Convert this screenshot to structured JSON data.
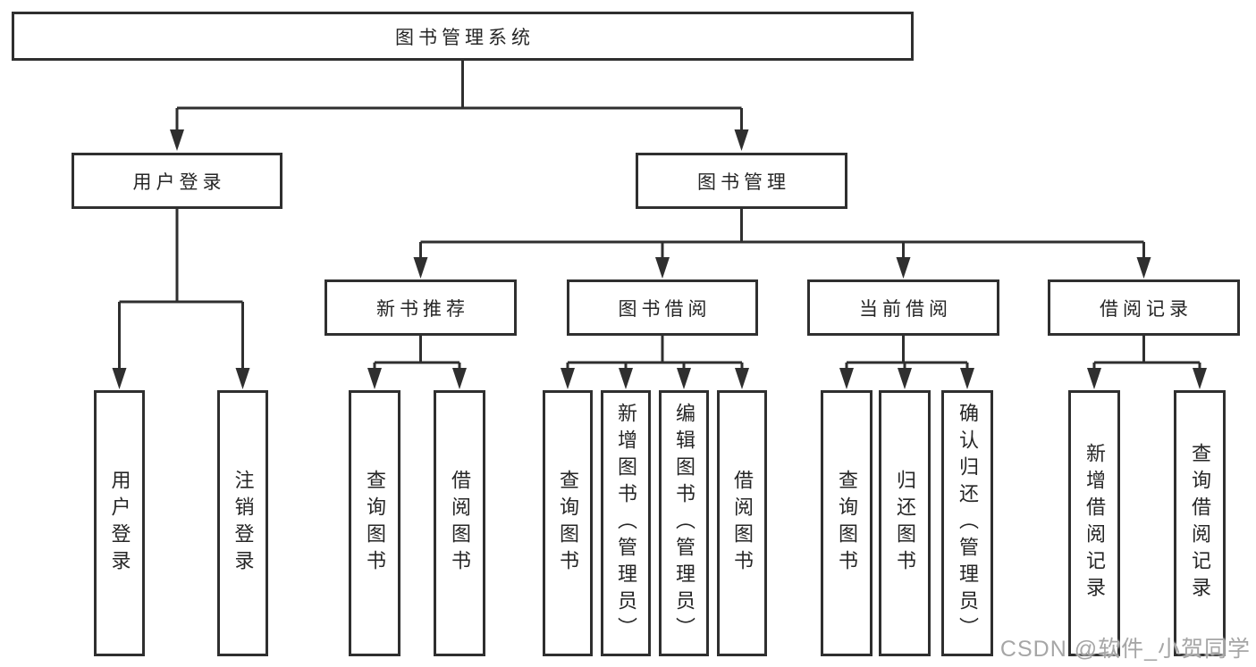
{
  "root": {
    "label": "图书管理系统"
  },
  "level1": [
    {
      "id": "user-login",
      "label": "用户登录"
    },
    {
      "id": "book-management",
      "label": "图书管理"
    }
  ],
  "level2": [
    {
      "id": "new-book-recommend",
      "label": "新书推荐"
    },
    {
      "id": "book-borrowing",
      "label": "图书借阅"
    },
    {
      "id": "current-borrowing",
      "label": "当前借阅"
    },
    {
      "id": "borrowing-records",
      "label": "借阅记录"
    }
  ],
  "leaves": [
    {
      "parent": "用户登录",
      "label": "用户登录"
    },
    {
      "parent": "用户登录",
      "label": "注销登录"
    },
    {
      "parent": "新书推荐",
      "label": "查询图书"
    },
    {
      "parent": "新书推荐",
      "label": "借阅图书"
    },
    {
      "parent": "图书借阅",
      "label": "查询图书"
    },
    {
      "parent": "图书借阅",
      "label": "新增图书（管理员）"
    },
    {
      "parent": "图书借阅",
      "label": "编辑图书（管理员）"
    },
    {
      "parent": "图书借阅",
      "label": "借阅图书"
    },
    {
      "parent": "当前借阅",
      "label": "查询图书"
    },
    {
      "parent": "当前借阅",
      "label": "归还图书"
    },
    {
      "parent": "当前借阅",
      "label": "确认归还（管理员）"
    },
    {
      "parent": "借阅记录",
      "label": "新增借阅记录"
    },
    {
      "parent": "借阅记录",
      "label": "查询借阅记录"
    }
  ],
  "watermark": "CSDN @软件_小贺同学",
  "colors": {
    "line": "#2f2f2f",
    "text": "#262626",
    "watermark": "#a6a6a6",
    "background": "#ffffff"
  }
}
